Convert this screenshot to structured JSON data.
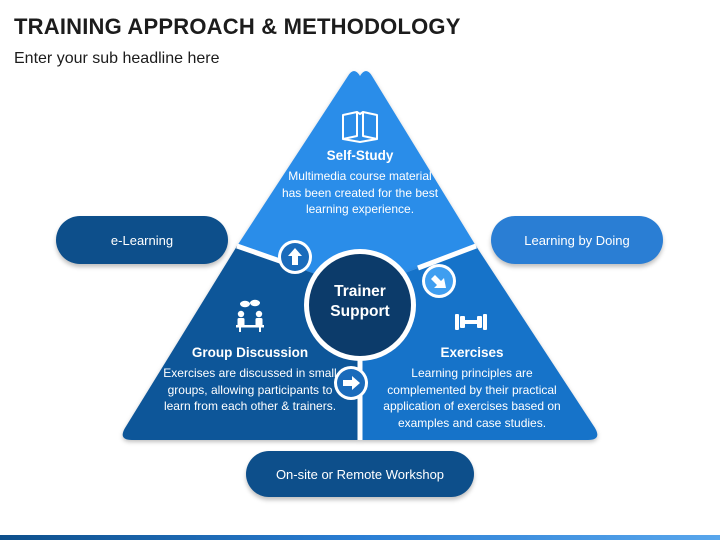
{
  "header": {
    "title": "TRAINING APPROACH & METHODOLOGY",
    "subtitle": "Enter your sub headline here"
  },
  "center": {
    "label_line1": "Trainer",
    "label_line2": "Support"
  },
  "sections": {
    "self_study": {
      "title": "Self-Study",
      "desc": "Multimedia course material has been created for the best learning experience.",
      "icon": "book-icon"
    },
    "group_discussion": {
      "title": "Group Discussion",
      "desc": "Exercises are discussed in small groups, allowing participants to learn from each other & trainers.",
      "icon": "meeting-icon"
    },
    "exercises": {
      "title": "Exercises",
      "desc": "Learning principles are complemented by their practical application of exercises based on examples and case studies.",
      "icon": "dumbbell-icon"
    }
  },
  "pills": {
    "elearning": "e-Learning",
    "learning_by_doing": "Learning by Doing",
    "workshop": "On-site or Remote Workshop"
  },
  "colors": {
    "top": "#2b8de9",
    "left": "#0f5699",
    "right": "#1873c9",
    "center": "#0c3b6a",
    "dark_pill": "#0d4f8b",
    "light_pill": "#2a7ed4"
  }
}
